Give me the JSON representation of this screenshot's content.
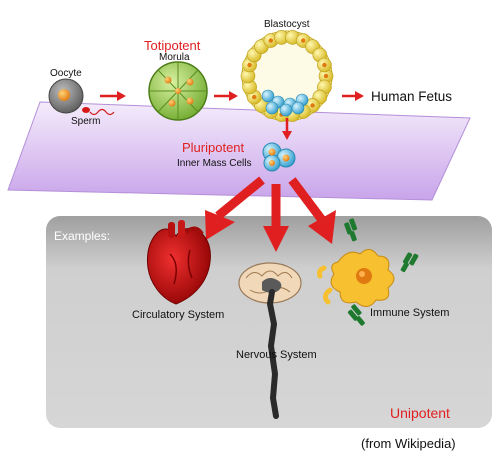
{
  "stages": {
    "oocyte": "Oocyte",
    "sperm": "Sperm",
    "totipotent": "Totipotent",
    "morula": "Morula",
    "blastocyst": "Blastocyst",
    "human_fetus": "Human Fetus",
    "pluripotent": "Pluripotent",
    "inner_mass_cells": "Inner Mass Cells"
  },
  "examples": {
    "heading": "Examples:",
    "circulatory": "Circulatory System",
    "nervous": "Nervous System",
    "immune": "Immune System",
    "unipotent": "Unipotent"
  },
  "credit": "(from Wikipedia)",
  "colors": {
    "accent_red": "#e02020",
    "plane": "#d9b8f0",
    "panel": "#c8c8c8",
    "morula_green": "#8cc63f",
    "blastocyst_yellow": "#f2dc3c",
    "cell_blue": "#6fc8e8"
  }
}
